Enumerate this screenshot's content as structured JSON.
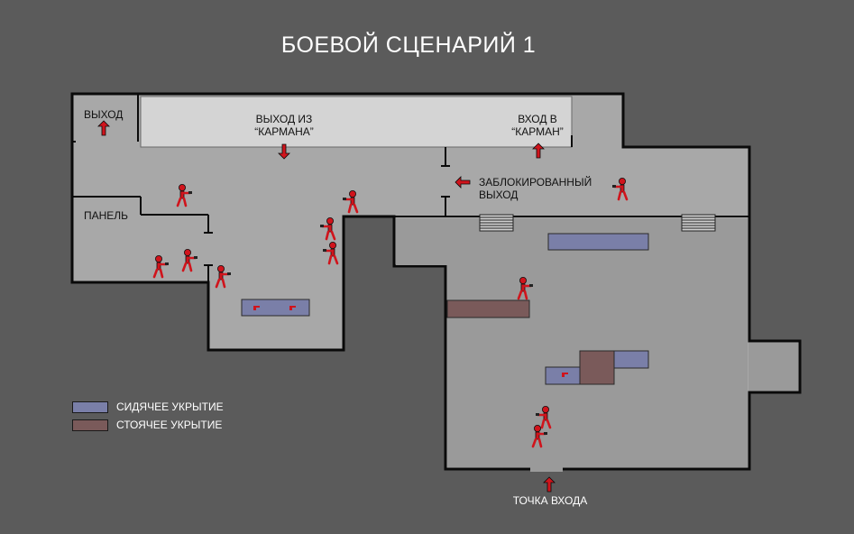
{
  "title": "БОЕВОЙ СЦЕНАРИЙ 1",
  "labels": {
    "exit": "ВЫХОД",
    "pocket_exit_line1": "ВЫХОД ИЗ",
    "pocket_exit_line2": "“КАРМАНА”",
    "pocket_entry_line1": "ВХОД В",
    "pocket_entry_line2": "“КАРМАН”",
    "blocked_exit_line1": "ЗАБЛОКИРОВАННЫЙ",
    "blocked_exit_line2": "ВЫХОД",
    "panel": "ПАНЕЛЬ",
    "entry_point": "ТОЧКА ВХОДА"
  },
  "legend": {
    "seated_cover": "СИДЯЧЕЕ УКРЫТИЕ",
    "standing_cover": "СТОЯЧЕЕ УКРЫТИЕ"
  },
  "colors": {
    "background": "#5b5b5b",
    "floor": "#a8a8a8",
    "wall": "#0a0a0a",
    "seated_cover": "#7a7fa8",
    "standing_cover": "#7a5a5a",
    "enemy": "#d0141c",
    "arrow": "#d0141c"
  },
  "icons": {
    "enemy": "armed-figure-icon",
    "direction": "arrow-icon",
    "stairs": "stairs-icon"
  }
}
